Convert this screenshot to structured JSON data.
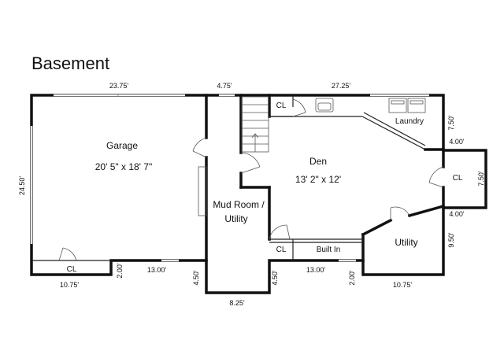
{
  "title": "Basement",
  "rooms": {
    "garage": "Garage",
    "garage_size": "20' 5\" x 18' 7\"",
    "mudroom_line1": "Mud Room /",
    "mudroom_line2": "Utility",
    "den": "Den",
    "den_size": "13' 2\" x 12'",
    "laundry": "Laundry",
    "utility": "Utility",
    "built_in": "Built In",
    "closet": "CL"
  },
  "dimensions": {
    "top_left": "23.75'",
    "top_mid": "4.75'",
    "top_right": "27.25'",
    "left_side": "24.50'",
    "bottom_left": "10.75'",
    "bottom_left_step": "2.00'",
    "bottom_left_mid": "13.00'",
    "mudroom_left": "4.50'",
    "mudroom_bottom": "8.25'",
    "mudroom_right": "4.50'",
    "bottom_right_mid": "13.00'",
    "bottom_right_step": "2.00'",
    "bottom_right": "10.75'",
    "right_upper": "7.50'",
    "right_notch_top": "4.00'",
    "right_notch": "7.50'",
    "right_notch_bottom": "4.00'",
    "right_lower": "9.50'"
  }
}
